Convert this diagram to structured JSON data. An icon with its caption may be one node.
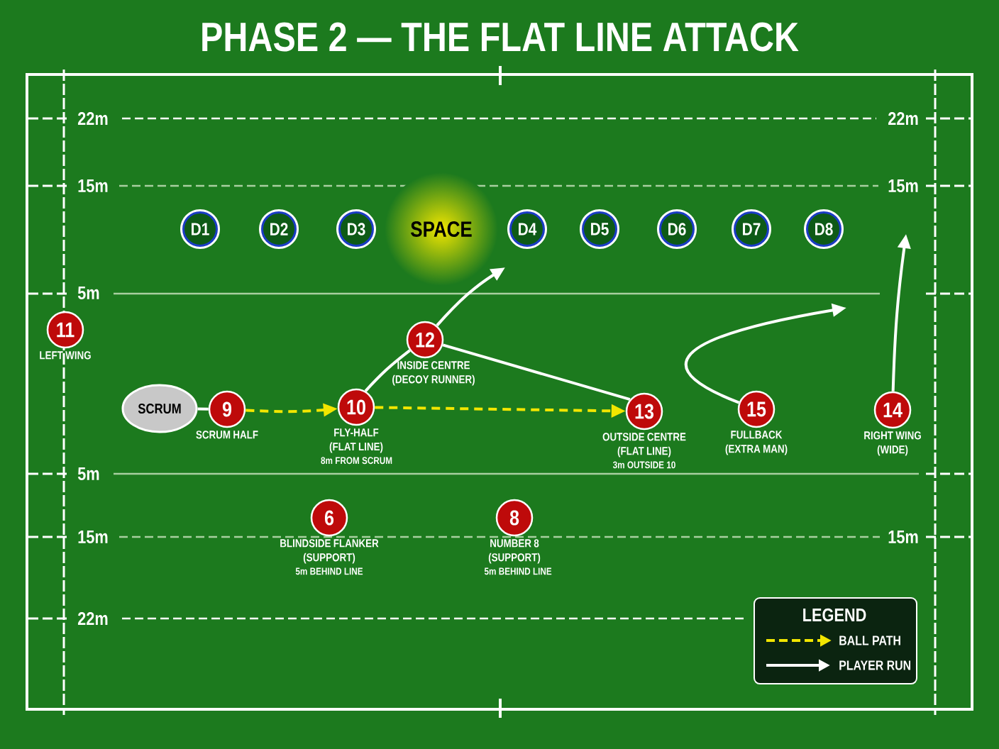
{
  "diagram": {
    "title": "PHASE 2 — THE FLAT LINE ATTACK",
    "nodes": [
      {
        "text": [
          "D1"
        ]
      },
      {
        "text": [
          "D2"
        ]
      },
      {
        "text": [
          "D3"
        ]
      },
      {
        "text": [
          "SPACE"
        ]
      },
      {
        "text": [
          "D4"
        ]
      },
      {
        "text": [
          "D5"
        ]
      },
      {
        "text": [
          "D6"
        ]
      },
      {
        "text": [
          "D7"
        ]
      },
      {
        "text": [
          "D8"
        ]
      },
      {
        "text": [
          "11"
        ],
        "beside": [
          "LEFT WING"
        ]
      },
      {
        "text": [
          "12"
        ],
        "beside": [
          "INSIDE CENTRE (DECOY RUNNER)"
        ]
      },
      {
        "text": [
          "SCRUM"
        ]
      },
      {
        "text": [
          "9"
        ],
        "beside": [
          "SCRUM HALF"
        ]
      },
      {
        "text": [
          "10"
        ],
        "beside": [
          "FLY-HALF (FLAT LINE)",
          "8m FROM SCRUM"
        ]
      },
      {
        "text": [
          "13"
        ],
        "beside": [
          "OUTSIDE CENTRE (FLAT LINE)",
          "3m OUTSIDE 10"
        ]
      },
      {
        "text": [
          "15"
        ],
        "beside": [
          "FULLBACK (EXTRA MAN)"
        ]
      },
      {
        "text": [
          "14"
        ],
        "beside": [
          "RIGHT WING (WIDE)"
        ]
      },
      {
        "text": [
          "6"
        ],
        "beside": [
          "BLINDSIDE FLANKER (SUPPORT)",
          "5m BEHIND LINE"
        ]
      },
      {
        "text": [
          "8"
        ],
        "beside": [
          "NUMBER 8 (SUPPORT)",
          "5m BEHIND LINE"
        ]
      }
    ],
    "edges": [
      {
        "from": 11,
        "to": 12,
        "arrow": "none"
      },
      {
        "from": 12,
        "to": 13,
        "arrow": "to",
        "style": "dashed",
        "color": "#f2e600"
      },
      {
        "from": 13,
        "to": 14,
        "arrow": "to",
        "style": "dashed",
        "color": "#f2e600"
      },
      {
        "from": 13,
        "to": 10,
        "arrow": "none"
      },
      {
        "from": 10,
        "to": null,
        "arrow": "to"
      },
      {
        "from": 10,
        "to": 14,
        "arrow": "none"
      },
      {
        "from": 15,
        "to": null,
        "arrow": "to"
      },
      {
        "from": 16,
        "to": null,
        "arrow": "to"
      }
    ],
    "labels": [
      "22m",
      "22m",
      "15m",
      "15m",
      "5m",
      "5m",
      "15m",
      "15m",
      "22m",
      "LEGEND"
    ],
    "legend": [
      {
        "text": "BALL PATH"
      },
      {
        "text": "PLAYER RUN"
      }
    ]
  }
}
